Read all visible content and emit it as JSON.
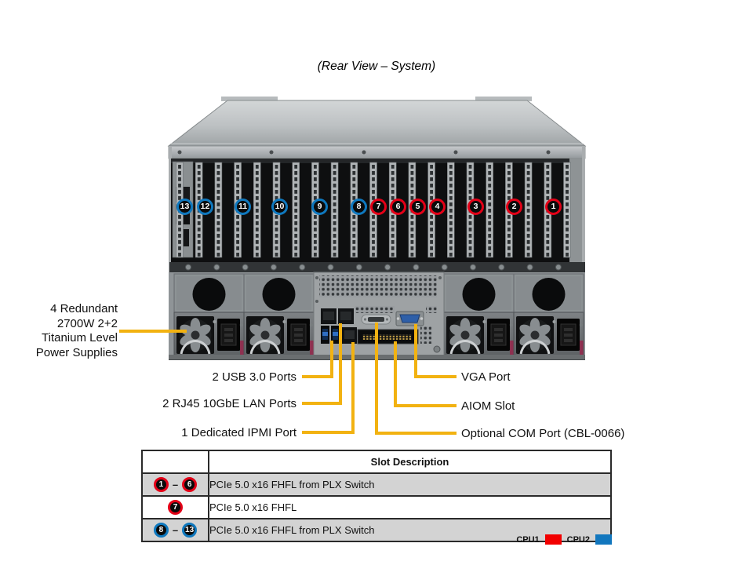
{
  "title": "(Rear View – System)",
  "colors": {
    "cpu1_red": "#E30017",
    "cpu2_blue": "#0F78BE",
    "callout_yellow": "#F2B211",
    "table_row_gray": "#D3D3D3"
  },
  "server": {
    "slot_badges": [
      {
        "number": "13",
        "cpu": "CPU2"
      },
      {
        "number": "12",
        "cpu": "CPU2"
      },
      {
        "number": "11",
        "cpu": "CPU2"
      },
      {
        "number": "10",
        "cpu": "CPU2"
      },
      {
        "number": "9",
        "cpu": "CPU2"
      },
      {
        "number": "8",
        "cpu": "CPU2"
      },
      {
        "number": "7",
        "cpu": "CPU1"
      },
      {
        "number": "6",
        "cpu": "CPU1"
      },
      {
        "number": "5",
        "cpu": "CPU1"
      },
      {
        "number": "4",
        "cpu": "CPU1"
      },
      {
        "number": "3",
        "cpu": "CPU1"
      },
      {
        "number": "2",
        "cpu": "CPU1"
      },
      {
        "number": "1",
        "cpu": "CPU1"
      }
    ]
  },
  "callouts": {
    "psu": "4 Redundant\n2700W 2+2\nTitanium Level\nPower Supplies",
    "left": [
      {
        "label": "2 USB 3.0 Ports"
      },
      {
        "label": "2 RJ45 10GbE LAN Ports"
      },
      {
        "label": "1 Dedicated IPMI Port"
      }
    ],
    "right": [
      {
        "label": "VGA Port"
      },
      {
        "label": "AIOM Slot"
      },
      {
        "label": "Optional COM Port (CBL-0066)"
      }
    ]
  },
  "table": {
    "header": "Slot Description",
    "rows": [
      {
        "slot_from": "1",
        "separator": "–",
        "slot_to": "6",
        "cpu": "CPU1",
        "description": "PCIe 5.0 x16 FHFL from PLX Switch"
      },
      {
        "slot_from": "7",
        "separator": "",
        "slot_to": "",
        "cpu": "CPU1",
        "description": "PCIe 5.0 x16 FHFL"
      },
      {
        "slot_from": "8",
        "separator": "–",
        "slot_to": "13",
        "cpu": "CPU2",
        "description": "PCIe 5.0 x16 FHFL from PLX Switch"
      }
    ]
  },
  "legend": {
    "items": [
      {
        "label": "CPU1",
        "color": "#F20000"
      },
      {
        "label": "CPU2",
        "color": "#1277BE"
      }
    ]
  }
}
